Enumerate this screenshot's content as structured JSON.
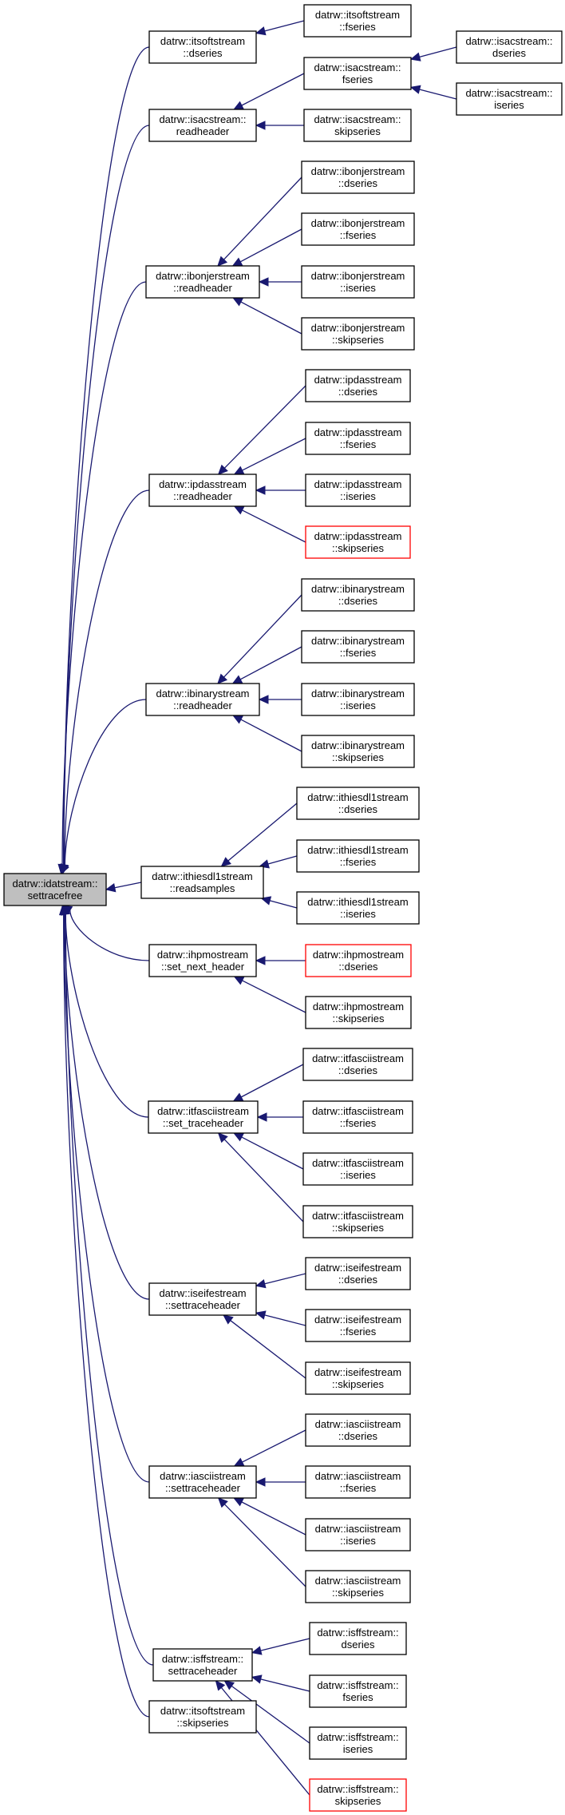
{
  "graph": {
    "nodes": [
      {
        "id": "root",
        "lines": [
          "datrw::idatstream::",
          "settracefree"
        ],
        "root": true
      },
      {
        "id": "itsoft_dseries",
        "lines": [
          "datrw::itsoftstream",
          "::dseries"
        ]
      },
      {
        "id": "itsoft_fseries",
        "lines": [
          "datrw::itsoftstream",
          "::fseries"
        ]
      },
      {
        "id": "isac_readheader",
        "lines": [
          "datrw::isacstream::",
          "readheader"
        ]
      },
      {
        "id": "isac_fseries",
        "lines": [
          "datrw::isacstream::",
          "fseries"
        ]
      },
      {
        "id": "isac_dseries",
        "lines": [
          "datrw::isacstream::",
          "dseries"
        ]
      },
      {
        "id": "isac_iseries",
        "lines": [
          "datrw::isacstream::",
          "iseries"
        ]
      },
      {
        "id": "isac_skipseries",
        "lines": [
          "datrw::isacstream::",
          "skipseries"
        ]
      },
      {
        "id": "ibonjer_readheader",
        "lines": [
          "datrw::ibonjerstream",
          "::readheader"
        ]
      },
      {
        "id": "ibonjer_dseries",
        "lines": [
          "datrw::ibonjerstream",
          "::dseries"
        ]
      },
      {
        "id": "ibonjer_fseries",
        "lines": [
          "datrw::ibonjerstream",
          "::fseries"
        ]
      },
      {
        "id": "ibonjer_iseries",
        "lines": [
          "datrw::ibonjerstream",
          "::iseries"
        ]
      },
      {
        "id": "ibonjer_skipseries",
        "lines": [
          "datrw::ibonjerstream",
          "::skipseries"
        ]
      },
      {
        "id": "ipdas_readheader",
        "lines": [
          "datrw::ipdasstream",
          "::readheader"
        ]
      },
      {
        "id": "ipdas_dseries",
        "lines": [
          "datrw::ipdasstream",
          "::dseries"
        ]
      },
      {
        "id": "ipdas_fseries",
        "lines": [
          "datrw::ipdasstream",
          "::fseries"
        ]
      },
      {
        "id": "ipdas_iseries",
        "lines": [
          "datrw::ipdasstream",
          "::iseries"
        ]
      },
      {
        "id": "ipdas_skipseries",
        "lines": [
          "datrw::ipdasstream",
          "::skipseries"
        ],
        "red": true
      },
      {
        "id": "ibinary_readheader",
        "lines": [
          "datrw::ibinarystream",
          "::readheader"
        ]
      },
      {
        "id": "ibinary_dseries",
        "lines": [
          "datrw::ibinarystream",
          "::dseries"
        ]
      },
      {
        "id": "ibinary_fseries",
        "lines": [
          "datrw::ibinarystream",
          "::fseries"
        ]
      },
      {
        "id": "ibinary_iseries",
        "lines": [
          "datrw::ibinarystream",
          "::iseries"
        ]
      },
      {
        "id": "ibinary_skipseries",
        "lines": [
          "datrw::ibinarystream",
          "::skipseries"
        ]
      },
      {
        "id": "ithiesdl1_readsamples",
        "lines": [
          "datrw::ithiesdl1stream",
          "::readsamples"
        ]
      },
      {
        "id": "ithiesdl1_dseries",
        "lines": [
          "datrw::ithiesdl1stream",
          "::dseries"
        ]
      },
      {
        "id": "ithiesdl1_fseries",
        "lines": [
          "datrw::ithiesdl1stream",
          "::fseries"
        ]
      },
      {
        "id": "ithiesdl1_iseries",
        "lines": [
          "datrw::ithiesdl1stream",
          "::iseries"
        ]
      },
      {
        "id": "ihpmo_set_next_header",
        "lines": [
          "datrw::ihpmostream",
          "::set_next_header"
        ]
      },
      {
        "id": "ihpmo_dseries",
        "lines": [
          "datrw::ihpmostream",
          "::dseries"
        ],
        "red": true
      },
      {
        "id": "ihpmo_skipseries",
        "lines": [
          "datrw::ihpmostream",
          "::skipseries"
        ]
      },
      {
        "id": "itfascii_set_traceheader",
        "lines": [
          "datrw::itfasciistream",
          "::set_traceheader"
        ]
      },
      {
        "id": "itfascii_dseries",
        "lines": [
          "datrw::itfasciistream",
          "::dseries"
        ]
      },
      {
        "id": "itfascii_fseries",
        "lines": [
          "datrw::itfasciistream",
          "::fseries"
        ]
      },
      {
        "id": "itfascii_iseries",
        "lines": [
          "datrw::itfasciistream",
          "::iseries"
        ]
      },
      {
        "id": "itfascii_skipseries",
        "lines": [
          "datrw::itfasciistream",
          "::skipseries"
        ]
      },
      {
        "id": "iseife_settraceheader",
        "lines": [
          "datrw::iseifestream",
          "::settraceheader"
        ]
      },
      {
        "id": "iseife_dseries",
        "lines": [
          "datrw::iseifestream",
          "::dseries"
        ]
      },
      {
        "id": "iseife_fseries",
        "lines": [
          "datrw::iseifestream",
          "::fseries"
        ]
      },
      {
        "id": "iseife_skipseries",
        "lines": [
          "datrw::iseifestream",
          "::skipseries"
        ]
      },
      {
        "id": "iascii_settraceheader",
        "lines": [
          "datrw::iasciistream",
          "::settraceheader"
        ]
      },
      {
        "id": "iascii_dseries",
        "lines": [
          "datrw::iasciistream",
          "::dseries"
        ]
      },
      {
        "id": "iascii_fseries",
        "lines": [
          "datrw::iasciistream",
          "::fseries"
        ]
      },
      {
        "id": "iascii_iseries",
        "lines": [
          "datrw::iasciistream",
          "::iseries"
        ]
      },
      {
        "id": "iascii_skipseries",
        "lines": [
          "datrw::iasciistream",
          "::skipseries"
        ]
      },
      {
        "id": "isff_settraceheader",
        "lines": [
          "datrw::isffstream::",
          "settraceheader"
        ]
      },
      {
        "id": "isff_dseries",
        "lines": [
          "datrw::isffstream::",
          "dseries"
        ]
      },
      {
        "id": "isff_fseries",
        "lines": [
          "datrw::isffstream::",
          "fseries"
        ]
      },
      {
        "id": "isff_iseries",
        "lines": [
          "datrw::isffstream::",
          "iseries"
        ]
      },
      {
        "id": "isff_skipseries",
        "lines": [
          "datrw::isffstream::",
          "skipseries"
        ],
        "red": true
      },
      {
        "id": "itsoft_skipseries",
        "lines": [
          "datrw::itsoftstream",
          "::skipseries"
        ]
      }
    ],
    "edges": [
      {
        "from": "itsoft_dseries",
        "to": "root"
      },
      {
        "from": "isac_readheader",
        "to": "root"
      },
      {
        "from": "ibonjer_readheader",
        "to": "root"
      },
      {
        "from": "ipdas_readheader",
        "to": "root"
      },
      {
        "from": "ibinary_readheader",
        "to": "root"
      },
      {
        "from": "ithiesdl1_readsamples",
        "to": "root"
      },
      {
        "from": "ihpmo_set_next_header",
        "to": "root"
      },
      {
        "from": "itfascii_set_traceheader",
        "to": "root"
      },
      {
        "from": "iseife_settraceheader",
        "to": "root"
      },
      {
        "from": "iascii_settraceheader",
        "to": "root"
      },
      {
        "from": "isff_settraceheader",
        "to": "root"
      },
      {
        "from": "itsoft_skipseries",
        "to": "root"
      },
      {
        "from": "itsoft_fseries",
        "to": "itsoft_dseries"
      },
      {
        "from": "isac_fseries",
        "to": "isac_readheader"
      },
      {
        "from": "isac_skipseries",
        "to": "isac_readheader"
      },
      {
        "from": "isac_dseries",
        "to": "isac_fseries"
      },
      {
        "from": "isac_iseries",
        "to": "isac_fseries"
      },
      {
        "from": "ibonjer_dseries",
        "to": "ibonjer_readheader"
      },
      {
        "from": "ibonjer_fseries",
        "to": "ibonjer_readheader"
      },
      {
        "from": "ibonjer_iseries",
        "to": "ibonjer_readheader"
      },
      {
        "from": "ibonjer_skipseries",
        "to": "ibonjer_readheader"
      },
      {
        "from": "ipdas_dseries",
        "to": "ipdas_readheader"
      },
      {
        "from": "ipdas_fseries",
        "to": "ipdas_readheader"
      },
      {
        "from": "ipdas_iseries",
        "to": "ipdas_readheader"
      },
      {
        "from": "ipdas_skipseries",
        "to": "ipdas_readheader"
      },
      {
        "from": "ibinary_dseries",
        "to": "ibinary_readheader"
      },
      {
        "from": "ibinary_fseries",
        "to": "ibinary_readheader"
      },
      {
        "from": "ibinary_iseries",
        "to": "ibinary_readheader"
      },
      {
        "from": "ibinary_skipseries",
        "to": "ibinary_readheader"
      },
      {
        "from": "ithiesdl1_dseries",
        "to": "ithiesdl1_readsamples"
      },
      {
        "from": "ithiesdl1_fseries",
        "to": "ithiesdl1_readsamples"
      },
      {
        "from": "ithiesdl1_iseries",
        "to": "ithiesdl1_readsamples"
      },
      {
        "from": "ihpmo_dseries",
        "to": "ihpmo_set_next_header"
      },
      {
        "from": "ihpmo_skipseries",
        "to": "ihpmo_set_next_header"
      },
      {
        "from": "itfascii_dseries",
        "to": "itfascii_set_traceheader"
      },
      {
        "from": "itfascii_fseries",
        "to": "itfascii_set_traceheader"
      },
      {
        "from": "itfascii_iseries",
        "to": "itfascii_set_traceheader"
      },
      {
        "from": "itfascii_skipseries",
        "to": "itfascii_set_traceheader"
      },
      {
        "from": "iseife_dseries",
        "to": "iseife_settraceheader"
      },
      {
        "from": "iseife_fseries",
        "to": "iseife_settraceheader"
      },
      {
        "from": "iseife_skipseries",
        "to": "iseife_settraceheader"
      },
      {
        "from": "iascii_dseries",
        "to": "iascii_settraceheader"
      },
      {
        "from": "iascii_fseries",
        "to": "iascii_settraceheader"
      },
      {
        "from": "iascii_iseries",
        "to": "iascii_settraceheader"
      },
      {
        "from": "iascii_skipseries",
        "to": "iascii_settraceheader"
      },
      {
        "from": "isff_dseries",
        "to": "isff_settraceheader"
      },
      {
        "from": "isff_fseries",
        "to": "isff_settraceheader"
      },
      {
        "from": "isff_iseries",
        "to": "isff_settraceheader"
      },
      {
        "from": "isff_skipseries",
        "to": "isff_settraceheader"
      }
    ]
  },
  "colors": {
    "edge": "#191970",
    "node_border": "#000000",
    "highlight_border": "#ff0000",
    "root_fill": "#bfbfbf",
    "node_fill": "#ffffff"
  }
}
